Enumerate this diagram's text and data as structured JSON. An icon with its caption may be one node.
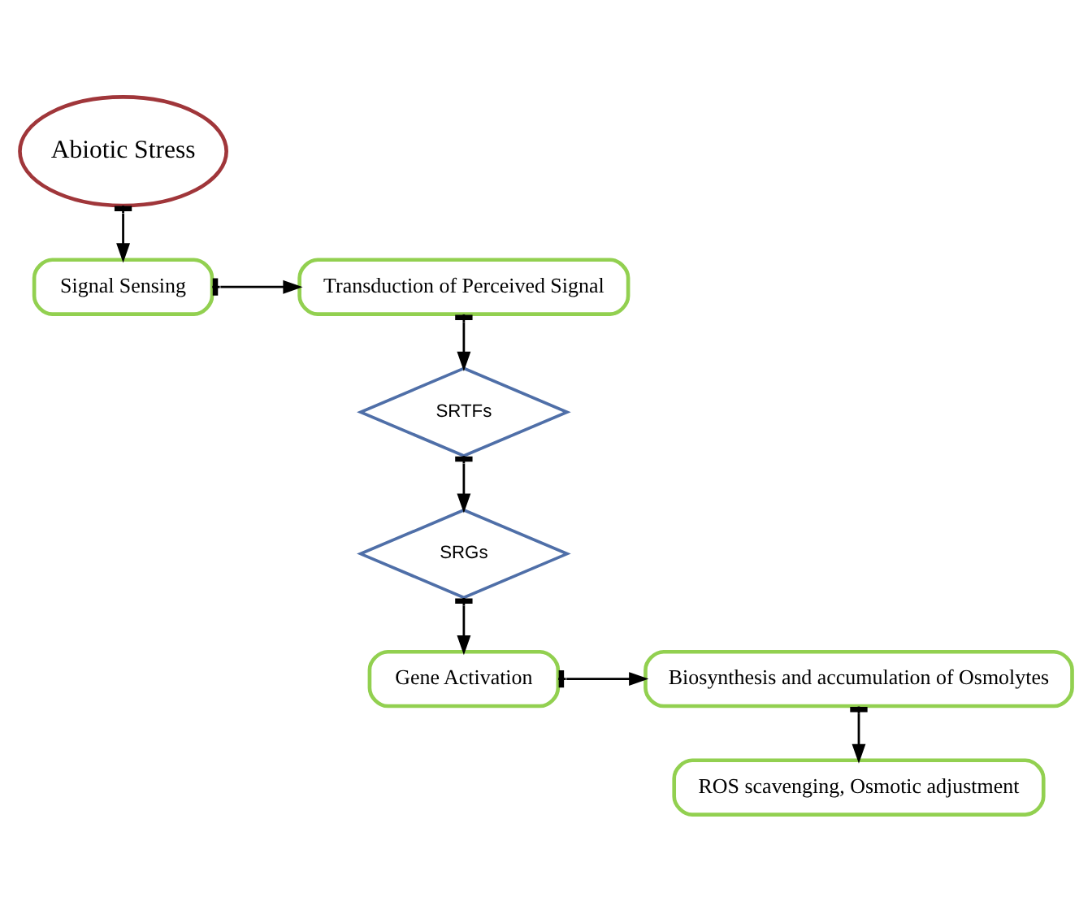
{
  "diagram": {
    "nodes": [
      {
        "text": [
          "Abiotic Stress"
        ]
      },
      {
        "text": [
          "Signal Sensing"
        ]
      },
      {
        "text": [
          "Transduction of Perceived Signal"
        ]
      },
      {
        "text": [
          "SRTFs"
        ]
      },
      {
        "text": [
          "SRGs"
        ]
      },
      {
        "text": [
          "Gene Activation"
        ]
      },
      {
        "text": [
          "Biosynthesis and accumulation of Osmolytes"
        ]
      },
      {
        "text": [
          "ROS scavenging, Osmotic adjustment"
        ]
      }
    ],
    "edges": [
      {
        "from": 0,
        "to": 1,
        "arrow": "to"
      },
      {
        "from": 1,
        "to": 2,
        "arrow": "to"
      },
      {
        "from": 2,
        "to": 3,
        "arrow": "to"
      },
      {
        "from": 3,
        "to": 4,
        "arrow": "to"
      },
      {
        "from": 4,
        "to": 5,
        "arrow": "to"
      },
      {
        "from": 5,
        "to": 6,
        "arrow": "to"
      },
      {
        "from": 6,
        "to": 7,
        "arrow": "to"
      }
    ]
  }
}
